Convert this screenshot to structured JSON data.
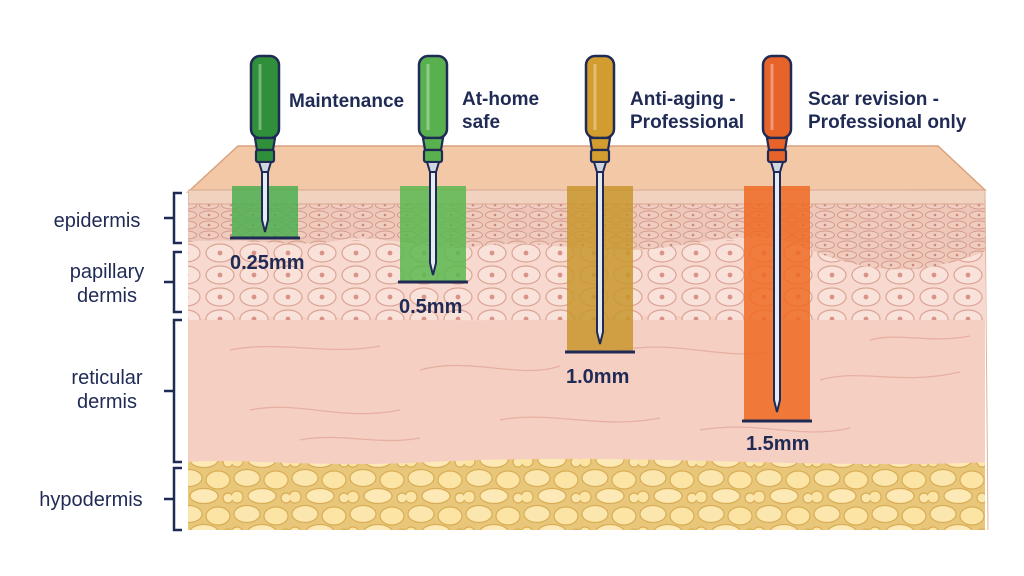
{
  "layers": [
    {
      "id": "epidermis",
      "label": "epidermis"
    },
    {
      "id": "papillary",
      "label": "papillary dermis"
    },
    {
      "id": "reticular",
      "label": "reticular dermis"
    },
    {
      "id": "hypodermis",
      "label": "hypodermis"
    }
  ],
  "needles": [
    {
      "label": "Maintenance",
      "depth_label": "0.25mm",
      "color": "#2f8f3a",
      "zone_color": "#4caf50"
    },
    {
      "label": "At-home safe",
      "depth_label": "0.5mm",
      "color": "#58b04f",
      "zone_color": "#5bb84f"
    },
    {
      "label": "Anti-aging - Professional",
      "depth_label": "1.0mm",
      "color": "#d29c2f",
      "zone_color": "#c9962e"
    },
    {
      "label": "Scar revision - Professional only",
      "depth_label": "1.5mm",
      "color": "#e8632a",
      "zone_color": "#ef6a22"
    }
  ],
  "colors": {
    "text": "#1f2a55",
    "bracket": "#1f2a55",
    "skin_top": "#f3c8a6",
    "epidermis": "#efc7b8",
    "papillary": "#f7d9cf",
    "reticular": "#f6cfc3",
    "hypodermis": "#f3d98e"
  }
}
